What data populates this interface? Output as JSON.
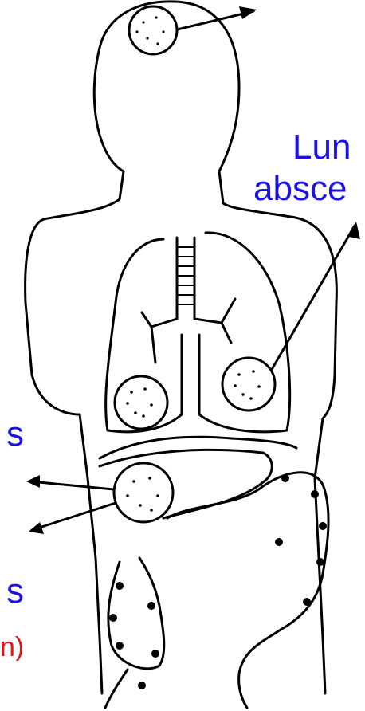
{
  "labels": {
    "lung_line1": "Lun",
    "lung_line2": "absce",
    "frag_left_1": "s",
    "frag_left_2": "s",
    "frag_left_red": "n)"
  },
  "colors": {
    "label_blue": "#1a12e6",
    "label_red": "#e0161c",
    "line": "#000000"
  }
}
